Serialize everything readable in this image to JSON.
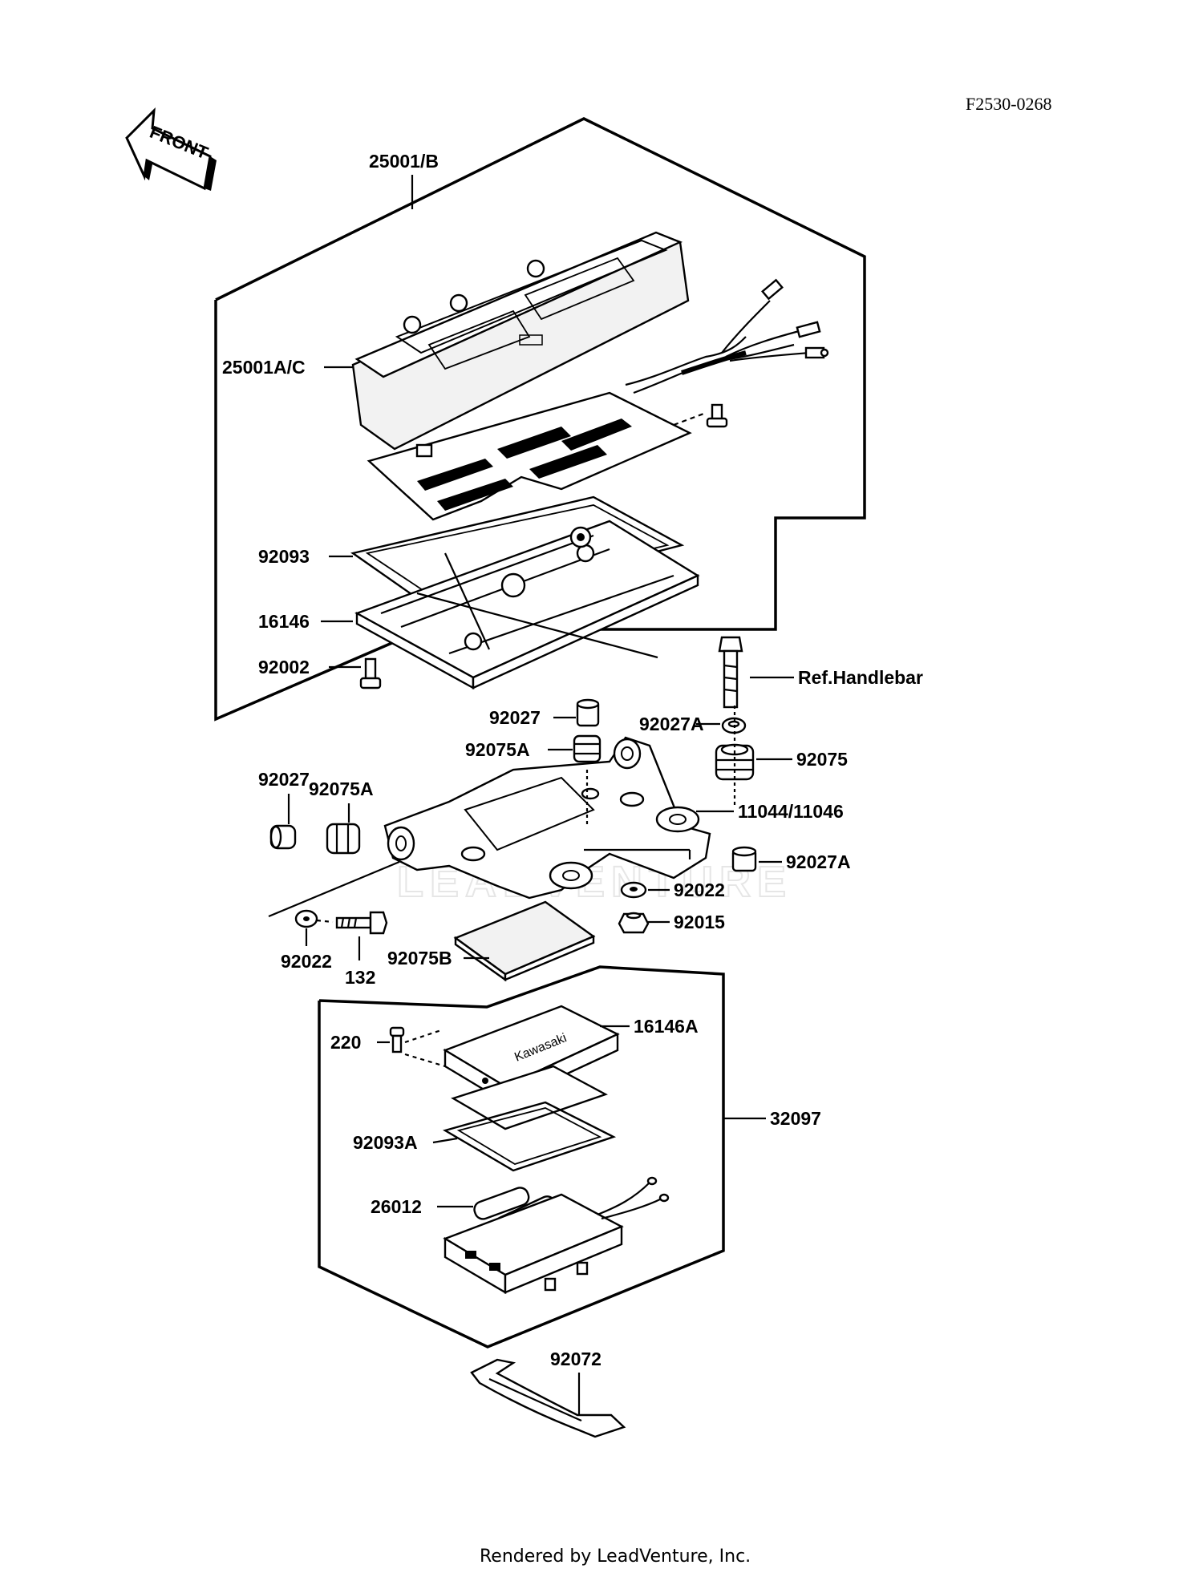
{
  "diagram_code": "F2530-0268",
  "front_label": "FRONT",
  "watermark": "LEADVENTURE",
  "footer": "Rendered by LeadVenture, Inc.",
  "labels": {
    "p25001_b": "25001/B",
    "p25001a_c": "25001A/C",
    "p92093": "92093",
    "p16146": "16146",
    "p92002": "92002",
    "ref_handlebar": "Ref.Handlebar",
    "p92027_top": "92027",
    "p92027a_top": "92027A",
    "p92075a_top": "92075A",
    "p92075": "92075",
    "p92027_left": "92027",
    "p92075a_left": "92075A",
    "p11044_11046": "11044/11046",
    "p92027a_right": "92027A",
    "p92022_right": "92022",
    "p92015": "92015",
    "p92022_left": "92022",
    "p132": "132",
    "p92075b": "92075B",
    "p16146a": "16146A",
    "p220": "220",
    "p32097": "32097",
    "p92093a": "92093A",
    "p26012": "26012",
    "p92072": "92072",
    "kawasaki_mark": "Kawasaki"
  }
}
